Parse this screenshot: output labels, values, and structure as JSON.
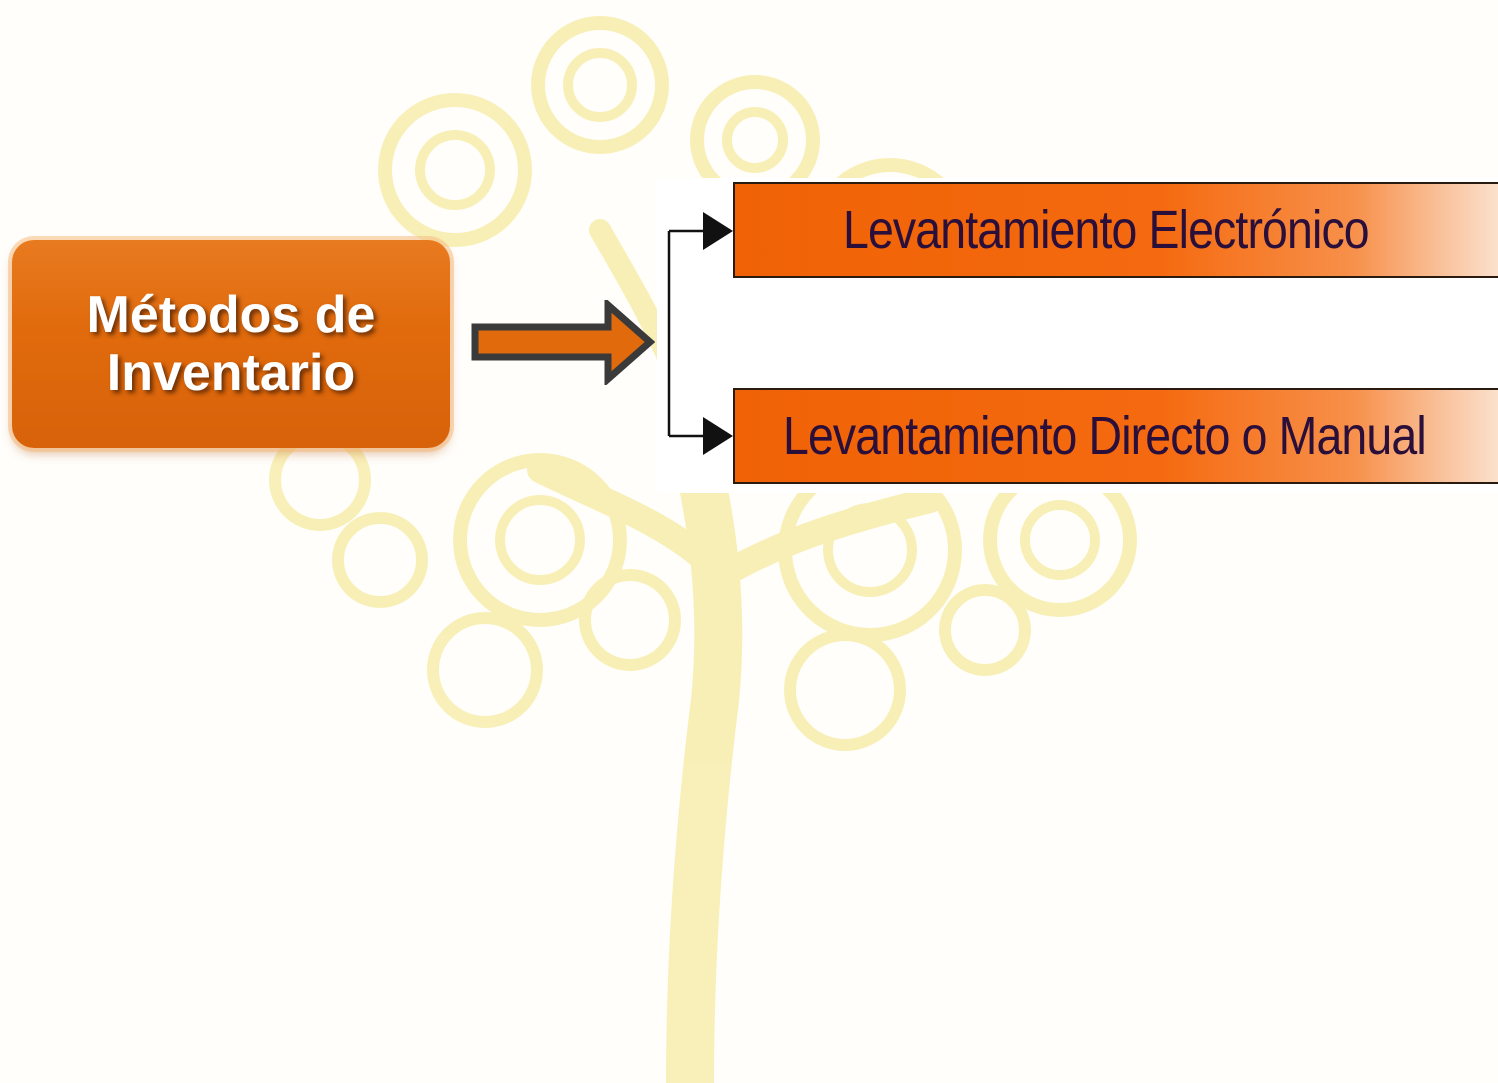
{
  "diagram": {
    "main_node": {
      "label": "Métodos de Inventario"
    },
    "branches": [
      {
        "label": "Levantamiento Electrónico"
      },
      {
        "label": "Levantamiento Directo o Manual"
      }
    ]
  },
  "colors": {
    "main_node_fill": "#e06a0c",
    "branch_fill": "#f06205",
    "branch_text": "#2a0f3a",
    "arrow_fill": "#e06a0c",
    "arrow_outline": "#3a3a3a",
    "tree_background": "#f8eeb0"
  }
}
